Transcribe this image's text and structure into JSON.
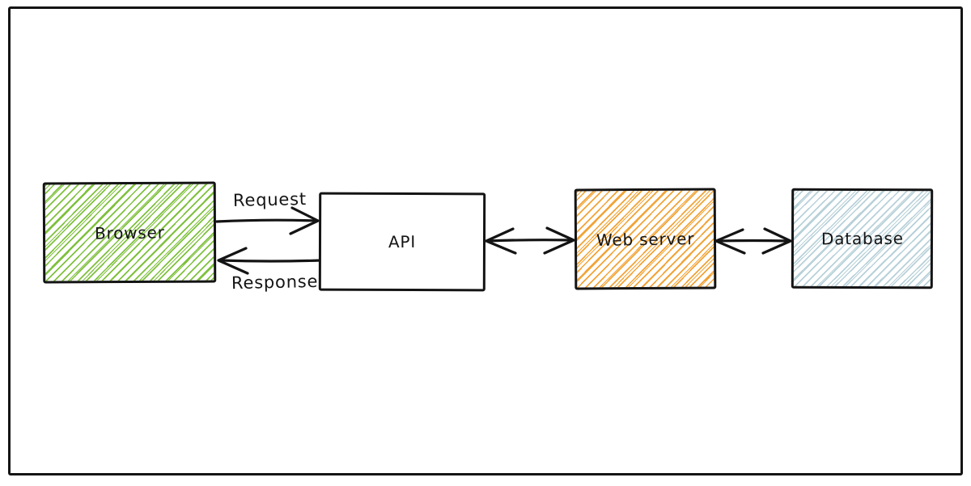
{
  "canvas": {
    "background_color": "#ffffff",
    "frame_color": "#141414",
    "ink_color": "#141414"
  },
  "nodes": {
    "browser": {
      "label": "Browser",
      "fill_color": "#7fc13d",
      "fill_style": "hachure"
    },
    "api": {
      "label": "API",
      "fill_color": "#ffffff",
      "fill_style": "solid"
    },
    "web_server": {
      "label": "Web server",
      "fill_color": "#f2a437",
      "fill_style": "hachure"
    },
    "database": {
      "label": "Database",
      "fill_color": "#b8d1d9",
      "fill_style": "hachure"
    }
  },
  "edges": {
    "request": {
      "label": "Request",
      "from": "Browser",
      "to": "API",
      "arrow": "one-way"
    },
    "response": {
      "label": "Response",
      "from": "API",
      "to": "Browser",
      "arrow": "one-way"
    },
    "api_web_server": {
      "label": "",
      "from": "API",
      "to": "Web server",
      "arrow": "two-way"
    },
    "web_server_database": {
      "label": "",
      "from": "Web server",
      "to": "Database",
      "arrow": "two-way"
    }
  }
}
